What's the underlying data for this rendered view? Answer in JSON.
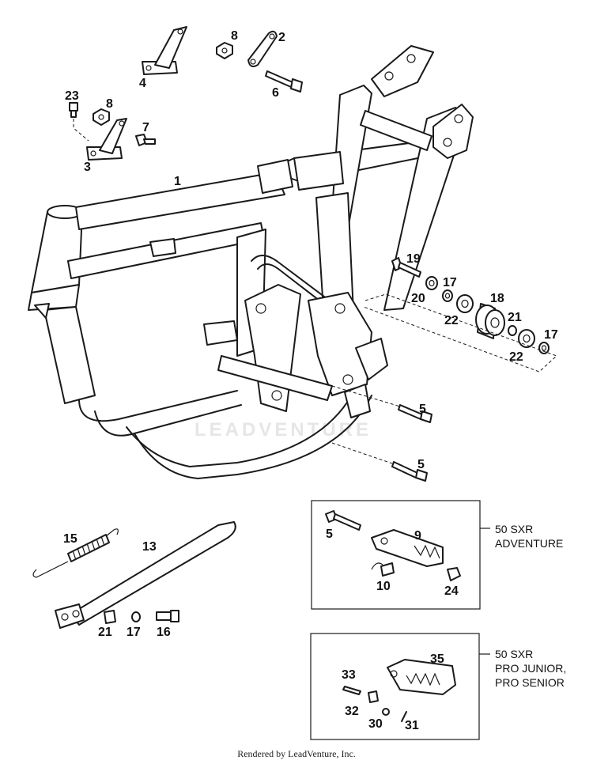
{
  "watermark": "LEADVENTURE",
  "footer": "Rendered by LeadVenture, Inc.",
  "callouts": {
    "c1": "1",
    "c2": "2",
    "c3": "3",
    "c4": "4",
    "c5a": "5",
    "c5b": "5",
    "c5c": "5",
    "c6": "6",
    "c7": "7",
    "c8a": "8",
    "c8b": "8",
    "c9": "9",
    "c10": "10",
    "c13": "13",
    "c15": "15",
    "c16": "16",
    "c17a": "17",
    "c17b": "17",
    "c17c": "17",
    "c18": "18",
    "c19": "19",
    "c20": "20",
    "c21a": "21",
    "c21b": "21",
    "c22a": "22",
    "c22b": "22",
    "c23": "23",
    "c24": "24",
    "c30": "30",
    "c31": "31",
    "c32": "32",
    "c33": "33",
    "c35": "35"
  },
  "variants": {
    "adventure": {
      "line1": "50 SXR",
      "line2": "ADVENTURE"
    },
    "pro": {
      "line1": "50 SXR",
      "line2": "PRO JUNIOR,",
      "line3": "PRO SENIOR"
    }
  }
}
